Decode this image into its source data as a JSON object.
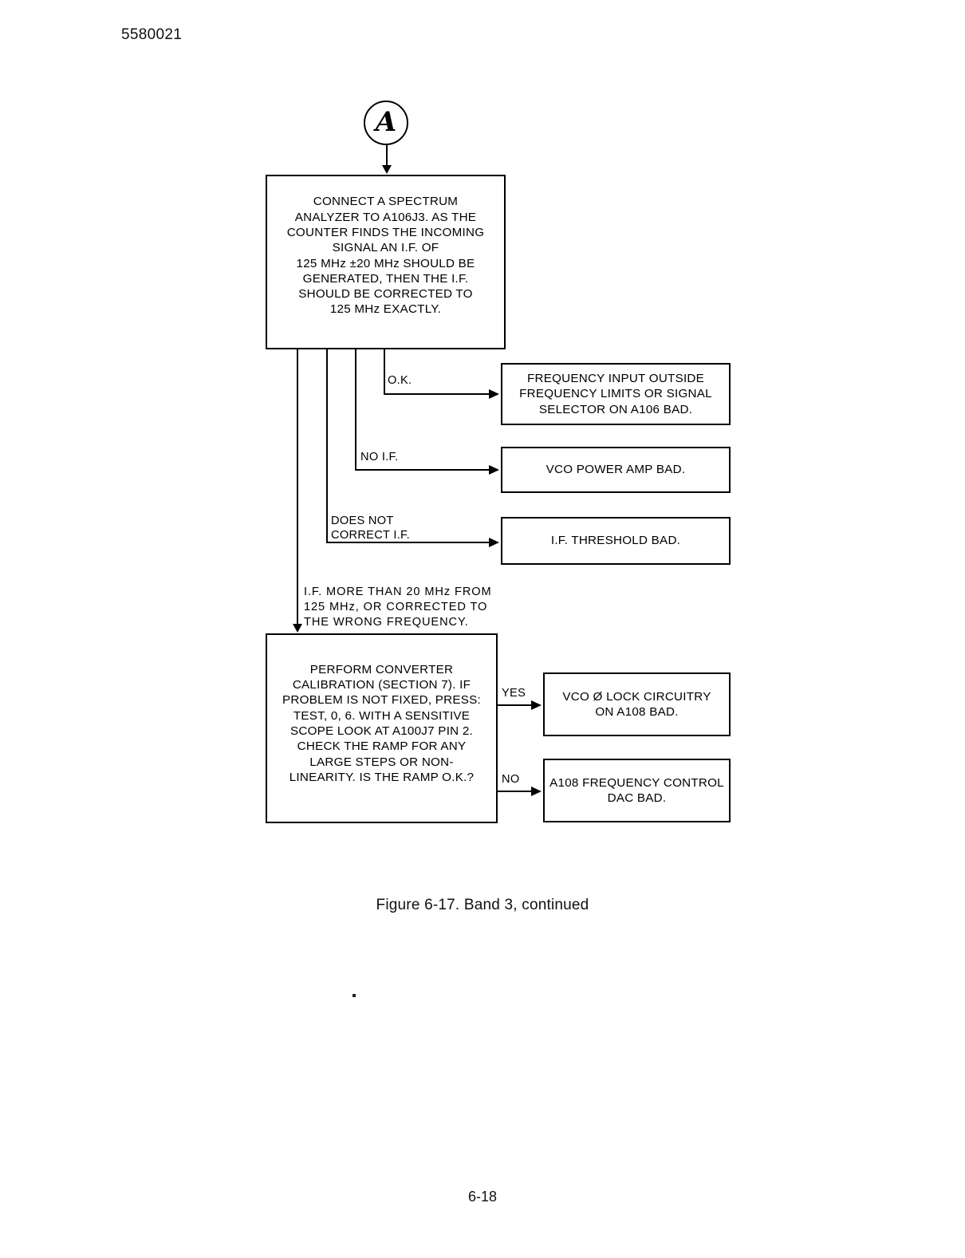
{
  "document": {
    "doc_number": "5580021",
    "figure_caption": "Figure 6-17.  Band 3, continued",
    "page_number": "6-18"
  },
  "diagram": {
    "type": "flowchart",
    "connector": {
      "label": "A",
      "name": "off-page-connector-a"
    },
    "nodes": [
      {
        "id": "main-instruction",
        "shape": "rectangle",
        "text": "CONNECT A SPECTRUM\nANALYZER  TO  A106J3.  AS THE\nCOUNTER FINDS THE INCOMING\nSIGNAL AN I.F. OF\n125  MHz     ±20 MHz  SHOULD BE\nGENERATED, THEN THE I.F.\nSHOULD BE CORRECTED TO\n125 MHz EXACTLY."
      },
      {
        "id": "frequency-input-outside",
        "shape": "rectangle",
        "text": "FREQUENCY INPUT OUTSIDE\nFREQUENCY  LIMITS  OR SIGNAL\nSELECTOR ON A106 BAD."
      },
      {
        "id": "vco-power-amp-bad",
        "shape": "rectangle",
        "text": "VCO POWER AMP BAD."
      },
      {
        "id": "if-threshold-bad",
        "shape": "rectangle",
        "text": "I.F. THRESHOLD BAD."
      },
      {
        "id": "perform-converter-calibration",
        "shape": "rectangle",
        "text": "PERFORM CONVERTER\nCALIBRATION  (SECTION  7).  IF\nPROBLEM IS NOT FIXED, PRESS:\nTEST, 0, 6.  WITH  A  SENSITIVE\nSCOPE  LOOK  AT  A100J7  PIN  2.\nCHECK THE RAMP FOR ANY\nLARGE STEPS OR NON-\nLINEARITY.  IS THE RAMP O.K.?"
      },
      {
        "id": "vco-phase-lock-bad",
        "shape": "rectangle",
        "text": "VCO Ø LOCK CIRCUITRY\nON A108 BAD."
      },
      {
        "id": "a108-dac-bad",
        "shape": "rectangle",
        "text": "A108 FREQUENCY CONTROL\nDAC BAD."
      }
    ],
    "edges": [
      {
        "id": "edge-ok",
        "label": "O.K.",
        "from": "main-instruction",
        "to": "frequency-input-outside"
      },
      {
        "id": "edge-no-if",
        "label": "NO I.F.",
        "from": "main-instruction",
        "to": "vco-power-amp-bad"
      },
      {
        "id": "edge-does-not",
        "label": "DOES NOT\nCORRECT I.F.",
        "from": "main-instruction",
        "to": "if-threshold-bad"
      },
      {
        "id": "edge-if-more-than",
        "label": "I.F.  MORE  THAN  20  MHz  FROM\n125   MHz,   OR   CORRECTED   TO\nTHE WRONG FREQUENCY.",
        "from": "main-instruction",
        "to": "perform-converter-calibration"
      },
      {
        "id": "edge-yes",
        "label": "YES",
        "from": "perform-converter-calibration",
        "to": "vco-phase-lock-bad"
      },
      {
        "id": "edge-no",
        "label": "NO",
        "from": "perform-converter-calibration",
        "to": "a108-dac-bad"
      }
    ]
  }
}
